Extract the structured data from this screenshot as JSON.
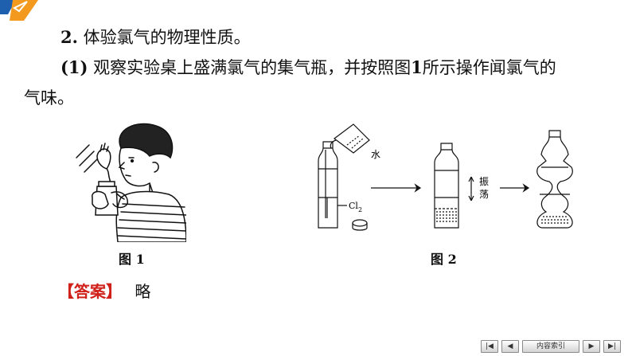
{
  "heading": {
    "num": "2.",
    "text": "体验氯气的物理性质。"
  },
  "question": {
    "num": "(1)",
    "text_a": "观察实验桌上盛满氯气的集气瓶，并按照图",
    "fig_ref": "1",
    "text_b": "所示操作闻氯气的",
    "text_c": "气味。"
  },
  "figure2_labels": {
    "water": "水",
    "gas": "Cl",
    "gas_sub": "2",
    "shake_1": "振",
    "shake_2": "荡"
  },
  "captions": {
    "fig1": "图 1",
    "fig2": "图 2"
  },
  "answer": {
    "tag": "【答案】",
    "value": "略"
  },
  "nav": {
    "first": "|◀",
    "prev": "◀",
    "index": "内容索引",
    "next": "▶",
    "last": "▶|"
  },
  "colors": {
    "accent_orange": "#f39a1e",
    "accent_blue": "#1e5fae",
    "answer_tag": "#d0201a"
  }
}
